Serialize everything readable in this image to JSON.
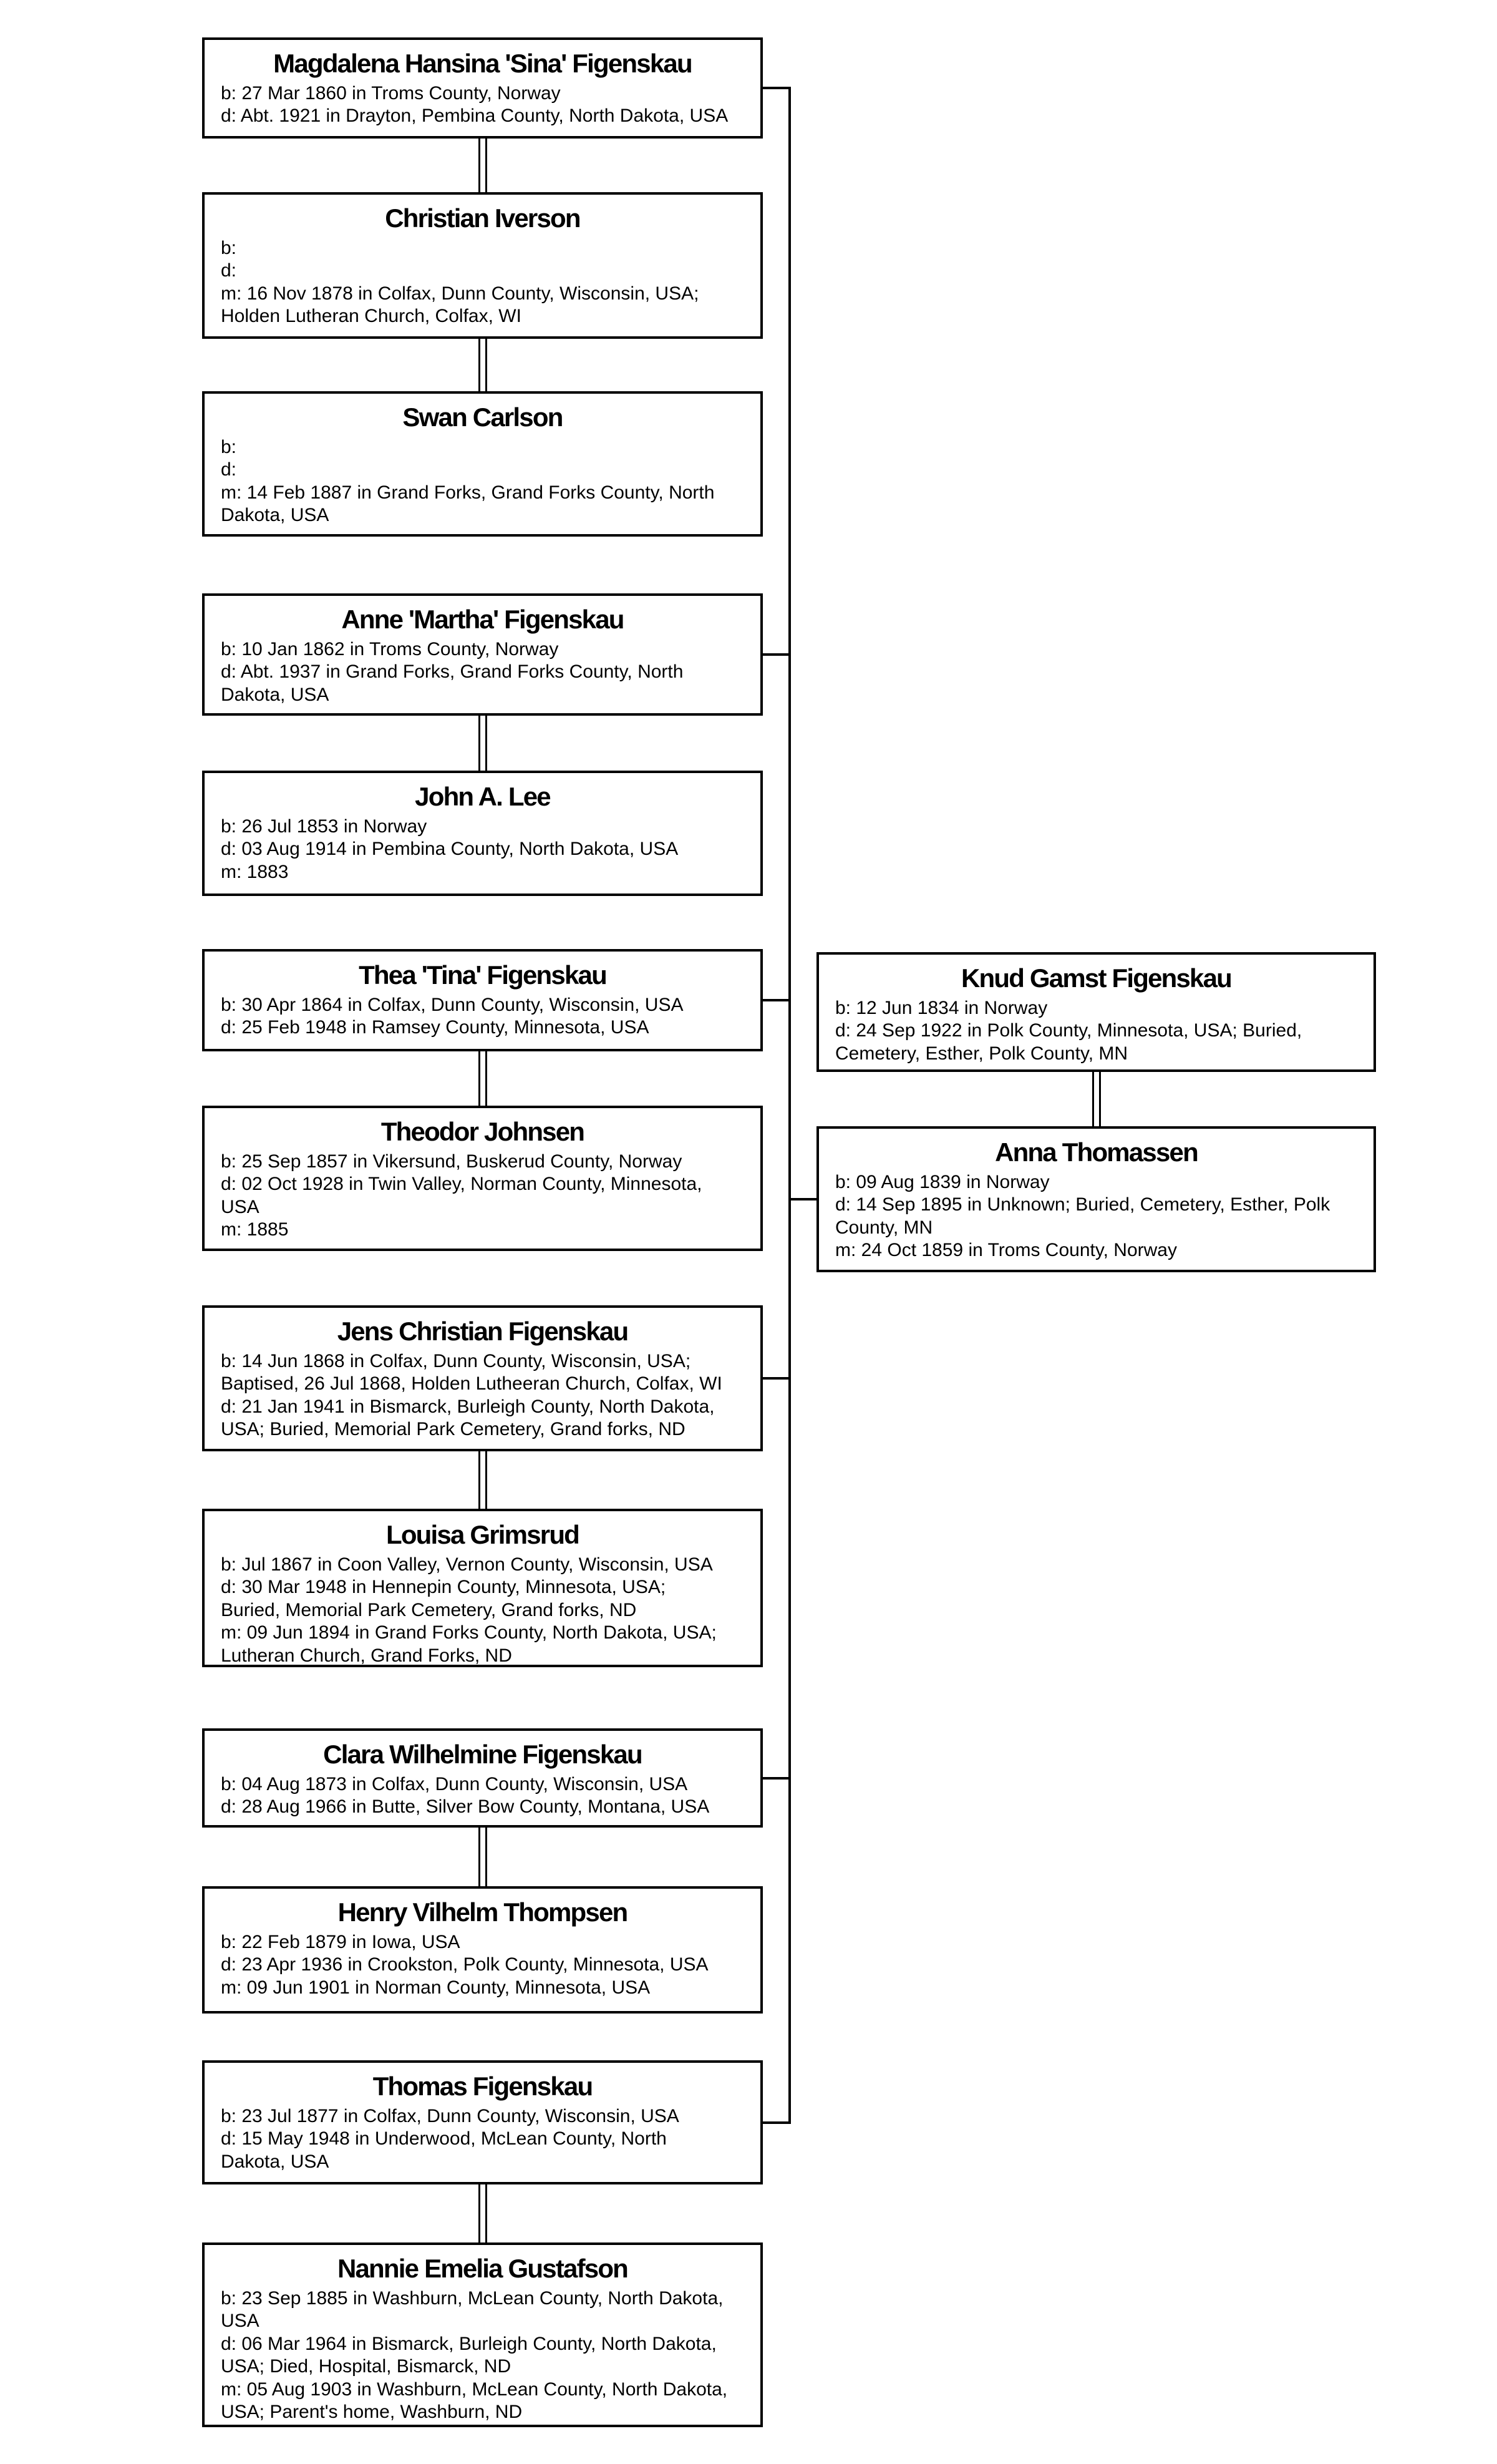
{
  "chart": {
    "title": "Figenskau family descendant chart",
    "type": "genealogy-family-tree",
    "background_color": "#ffffff",
    "line_color": "#000000",
    "text_color": "#000000"
  },
  "people": [
    {
      "name": "Magdalena Hansina 'Sina' Figenskau",
      "lines": [
        "b: 27 Mar 1860 in Troms County, Norway",
        "d: Abt. 1921 in Drayton, Pembina County, North Dakota, USA"
      ]
    },
    {
      "name": "Christian Iverson",
      "lines": [
        "b:",
        "d:",
        "m: 16 Nov 1878 in Colfax, Dunn County, Wisconsin, USA;",
        "Holden Lutheran Church, Colfax, WI"
      ]
    },
    {
      "name": "Swan Carlson",
      "lines": [
        "b:",
        "d:",
        "m: 14 Feb 1887 in Grand Forks, Grand Forks County, North",
        "Dakota, USA"
      ]
    },
    {
      "name": "Anne 'Martha' Figenskau",
      "lines": [
        "b: 10 Jan 1862 in Troms County, Norway",
        "d: Abt. 1937 in Grand Forks, Grand Forks County, North",
        "Dakota, USA"
      ]
    },
    {
      "name": "John A. Lee",
      "lines": [
        "b: 26 Jul 1853 in Norway",
        "d: 03 Aug 1914 in Pembina County, North Dakota, USA",
        "m: 1883"
      ]
    },
    {
      "name": "Thea 'Tina' Figenskau",
      "lines": [
        "b: 30 Apr 1864 in Colfax, Dunn County, Wisconsin, USA",
        "d: 25 Feb 1948 in Ramsey County, Minnesota, USA"
      ]
    },
    {
      "name": "Theodor Johnsen",
      "lines": [
        "b: 25 Sep 1857 in Vikersund, Buskerud County, Norway",
        "d: 02 Oct 1928 in Twin Valley, Norman County, Minnesota,",
        "USA",
        "m: 1885"
      ]
    },
    {
      "name": "Jens Christian Figenskau",
      "lines": [
        "b: 14 Jun 1868 in Colfax, Dunn County, Wisconsin, USA;",
        "Baptised, 26 Jul 1868, Holden Lutheeran Church, Colfax, WI",
        "d: 21 Jan 1941 in Bismarck, Burleigh County, North Dakota,",
        "USA; Buried, Memorial Park Cemetery, Grand forks, ND"
      ]
    },
    {
      "name": "Louisa Grimsrud",
      "lines": [
        "b: Jul 1867 in Coon Valley, Vernon County, Wisconsin, USA",
        "d: 30 Mar 1948 in Hennepin County, Minnesota, USA;",
        "Buried, Memorial Park Cemetery, Grand forks, ND",
        "m: 09 Jun 1894 in Grand Forks County, North Dakota, USA;",
        "Lutheran Church, Grand Forks, ND"
      ]
    },
    {
      "name": "Clara Wilhelmine Figenskau",
      "lines": [
        "b: 04 Aug 1873 in Colfax, Dunn County, Wisconsin, USA",
        "d: 28 Aug 1966 in Butte, Silver Bow County, Montana, USA"
      ]
    },
    {
      "name": "Henry Vilhelm Thompsen",
      "lines": [
        "b: 22 Feb 1879 in Iowa, USA",
        "d: 23 Apr 1936 in Crookston, Polk County, Minnesota, USA",
        "m: 09 Jun 1901 in Norman County, Minnesota, USA"
      ]
    },
    {
      "name": "Thomas Figenskau",
      "lines": [
        "b: 23 Jul 1877 in Colfax, Dunn County, Wisconsin, USA",
        "d: 15 May 1948 in Underwood, McLean County, North",
        "Dakota, USA"
      ]
    },
    {
      "name": "Nannie Emelia Gustafson",
      "lines": [
        "b: 23 Sep 1885 in Washburn, McLean County, North Dakota,",
        "USA",
        "d: 06 Mar 1964 in Bismarck, Burleigh County, North Dakota,",
        "USA; Died, Hospital, Bismarck, ND",
        "m: 05 Aug 1903 in Washburn, McLean County, North Dakota,",
        "USA; Parent's home, Washburn, ND"
      ]
    },
    {
      "name": "Knud Gamst Figenskau",
      "lines": [
        "b: 12 Jun 1834 in Norway",
        "d: 24 Sep 1922 in Polk County, Minnesota, USA; Buried,",
        "Cemetery, Esther, Polk County, MN"
      ]
    },
    {
      "name": "Anna Thomassen",
      "lines": [
        "b: 09 Aug 1839 in Norway",
        "d: 14 Sep 1895 in Unknown; Buried, Cemetery, Esther, Polk",
        "County, MN",
        "m: 24 Oct 1859 in Troms County, Norway"
      ]
    }
  ],
  "relationships": {
    "marriage_connector_style": "double-line",
    "marriage_connectors": [
      [
        "Magdalena Hansina 'Sina' Figenskau",
        "Christian Iverson"
      ],
      [
        "Christian Iverson",
        "Swan Carlson"
      ],
      [
        "Anne 'Martha' Figenskau",
        "John A. Lee"
      ],
      [
        "Thea 'Tina' Figenskau",
        "Theodor Johnsen"
      ],
      [
        "Jens Christian Figenskau",
        "Louisa Grimsrud"
      ],
      [
        "Clara Wilhelmine Figenskau",
        "Henry Vilhelm Thompsen"
      ],
      [
        "Thomas Figenskau",
        "Nannie Emelia Gustafson"
      ],
      [
        "Knud Gamst Figenskau",
        "Anna Thomassen"
      ]
    ],
    "parents": [
      "Knud Gamst Figenskau",
      "Anna Thomassen"
    ],
    "children_connected_to_parents": [
      "Magdalena Hansina 'Sina' Figenskau",
      "Anne 'Martha' Figenskau",
      "Thea 'Tina' Figenskau",
      "Jens Christian Figenskau",
      "Clara Wilhelmine Figenskau",
      "Thomas Figenskau"
    ]
  }
}
